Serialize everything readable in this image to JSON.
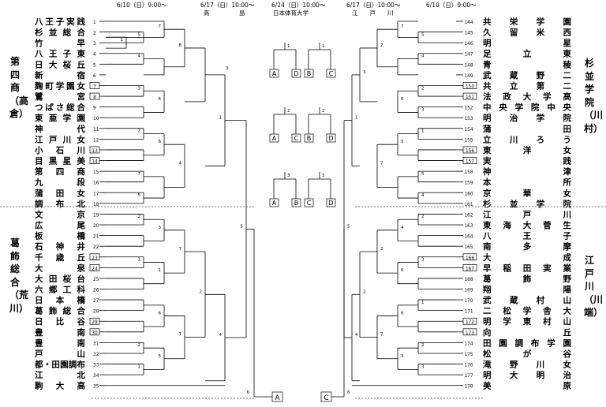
{
  "headers": {
    "round1_left": "6/10（日）9:00〜",
    "round2_left_date": "6/17（日）10:00〜",
    "round2_left_venue": "高　　　　　島",
    "round3_date": "6/24（日）10:00〜",
    "round3_venue": "日本体育大学",
    "round2_right_date": "6/17（日）10:00〜",
    "round2_right_venue": "江　　戸　　川",
    "round1_right": "6/10（日）9:00〜"
  },
  "venues": {
    "left_top": "第四商（高倉）",
    "left_bottom": "葛飾総合（荒川）",
    "right_top": "杉並学院（川村）",
    "right_bottom": "江戸川（川端）"
  },
  "left_teams": [
    {
      "no": "1",
      "name": "八王子実践",
      "boxed": false
    },
    {
      "no": "2",
      "name": "杉並総合",
      "boxed": false
    },
    {
      "no": "3",
      "name": "竹早",
      "boxed": false
    },
    {
      "no": "4",
      "name": "八王子東",
      "boxed": false
    },
    {
      "no": "5",
      "name": "日大桜丘",
      "boxed": false
    },
    {
      "no": "6",
      "name": "新宿",
      "boxed": false
    },
    {
      "no": "7",
      "name": "麹町学園女",
      "boxed": true
    },
    {
      "no": "8",
      "name": "鷺宮",
      "boxed": true
    },
    {
      "no": "9",
      "name": "つばさ総合",
      "boxed": false
    },
    {
      "no": "10",
      "name": "東亜学園",
      "boxed": false
    },
    {
      "no": "11",
      "name": "神代",
      "boxed": false
    },
    {
      "no": "12",
      "name": "江戸川女",
      "boxed": false
    },
    {
      "no": "13",
      "name": "小石川",
      "boxed": true
    },
    {
      "no": "14",
      "name": "目黒星美",
      "boxed": true
    },
    {
      "no": "15",
      "name": "第四商",
      "boxed": false
    },
    {
      "no": "16",
      "name": "九段",
      "boxed": false
    },
    {
      "no": "17",
      "name": "蒲田女",
      "boxed": false
    },
    {
      "no": "18",
      "name": "調布北",
      "boxed": false
    },
    {
      "no": "19",
      "name": "文京",
      "boxed": false
    },
    {
      "no": "20",
      "name": "広尾",
      "boxed": false
    },
    {
      "no": "21",
      "name": "板橋",
      "boxed": false
    },
    {
      "no": "22",
      "name": "石神井",
      "boxed": false
    },
    {
      "no": "23",
      "name": "千歳丘",
      "boxed": true
    },
    {
      "no": "24",
      "name": "大泉",
      "boxed": true
    },
    {
      "no": "25",
      "name": "大田桜台",
      "boxed": false
    },
    {
      "no": "26",
      "name": "六郷工科",
      "boxed": false
    },
    {
      "no": "27",
      "name": "日本橋",
      "boxed": false
    },
    {
      "no": "28",
      "name": "葛飾総合",
      "boxed": false
    },
    {
      "no": "29",
      "name": "日比谷",
      "boxed": true
    },
    {
      "no": "30",
      "name": "豊南",
      "boxed": true
    },
    {
      "no": "31",
      "name": "豊南",
      "boxed": false
    },
    {
      "no": "32",
      "name": "戸山",
      "boxed": false
    },
    {
      "no": "33",
      "name": "都・田園調布",
      "boxed": false
    },
    {
      "no": "34",
      "name": "江北",
      "boxed": false
    },
    {
      "no": "35",
      "name": "駒大高",
      "boxed": false
    }
  ],
  "right_teams": [
    {
      "no": "144",
      "name": "共栄学園",
      "boxed": false
    },
    {
      "no": "145",
      "name": "久留米西",
      "boxed": false
    },
    {
      "no": "146",
      "name": "明星",
      "boxed": false
    },
    {
      "no": "147",
      "name": "足立東",
      "boxed": false
    },
    {
      "no": "148",
      "name": "青稜",
      "boxed": false
    },
    {
      "no": "149",
      "name": "武蔵野二",
      "boxed": false
    },
    {
      "no": "150",
      "name": "共立第二",
      "boxed": true
    },
    {
      "no": "151",
      "name": "法政大学高",
      "boxed": true
    },
    {
      "no": "152",
      "name": "中央学院中央",
      "boxed": false
    },
    {
      "no": "153",
      "name": "明治学院",
      "boxed": false
    },
    {
      "no": "154",
      "name": "蒲田",
      "boxed": false
    },
    {
      "no": "155",
      "name": "立川ろう",
      "boxed": false
    },
    {
      "no": "156",
      "name": "東洋女",
      "boxed": true
    },
    {
      "no": "157",
      "name": "実践",
      "boxed": true
    },
    {
      "no": "158",
      "name": "神津",
      "boxed": false
    },
    {
      "no": "159",
      "name": "本所",
      "boxed": false
    },
    {
      "no": "160",
      "name": "京華女",
      "boxed": false
    },
    {
      "no": "161",
      "name": "杉並学院",
      "boxed": false
    },
    {
      "no": "162",
      "name": "江戸川",
      "boxed": false
    },
    {
      "no": "163",
      "name": "東海大菅生",
      "boxed": false
    },
    {
      "no": "164",
      "name": "八王子",
      "boxed": false
    },
    {
      "no": "165",
      "name": "南多摩",
      "boxed": false
    },
    {
      "no": "166",
      "name": "大成",
      "boxed": true
    },
    {
      "no": "167",
      "name": "早稲田実業",
      "boxed": true
    },
    {
      "no": "168",
      "name": "葛飾野",
      "boxed": false
    },
    {
      "no": "169",
      "name": "翔陽",
      "boxed": false
    },
    {
      "no": "170",
      "name": "武蔵村山",
      "boxed": false
    },
    {
      "no": "171",
      "name": "二松学舎大",
      "boxed": false
    },
    {
      "no": "172",
      "name": "明学東村山",
      "boxed": true
    },
    {
      "no": "173",
      "name": "向丘",
      "boxed": true
    },
    {
      "no": "174",
      "name": "田園調布学園",
      "boxed": false
    },
    {
      "no": "175",
      "name": "松が谷",
      "boxed": false
    },
    {
      "no": "176",
      "name": "滝野川女",
      "boxed": false
    },
    {
      "no": "177",
      "name": "明大明治",
      "boxed": false
    },
    {
      "no": "178",
      "name": "美原",
      "boxed": false
    }
  ],
  "match_numbers": {
    "left_r1": [
      "5",
      "1",
      "7",
      "4",
      "6",
      "3",
      "8",
      "2",
      "4",
      "6",
      "7",
      "2",
      "1",
      "5",
      "3",
      "7",
      "1"
    ],
    "right_r1": [
      "5",
      "1",
      "7",
      "4",
      "6",
      "2",
      "2",
      "3",
      "4",
      "1",
      "5",
      "5",
      "2",
      "7",
      "3",
      "4",
      "6",
      "2",
      "1",
      "3"
    ],
    "left_r2": [
      "3",
      "1",
      "2",
      "4"
    ],
    "right_r2": [
      "3",
      "1",
      "2",
      "4"
    ],
    "finals_left": "5",
    "finals_right": "5",
    "bottom_left": "6",
    "bottom_right": "6"
  },
  "final_rounds": [
    {
      "match": "1",
      "labels": [
        "A",
        "D",
        "B",
        "C"
      ]
    },
    {
      "match": "2",
      "labels": [
        "A",
        "C",
        "B",
        "D"
      ]
    },
    {
      "match": "3",
      "labels": [
        "A",
        "B",
        "C",
        "D"
      ]
    }
  ],
  "bottom_boxes": [
    "A",
    "C"
  ]
}
